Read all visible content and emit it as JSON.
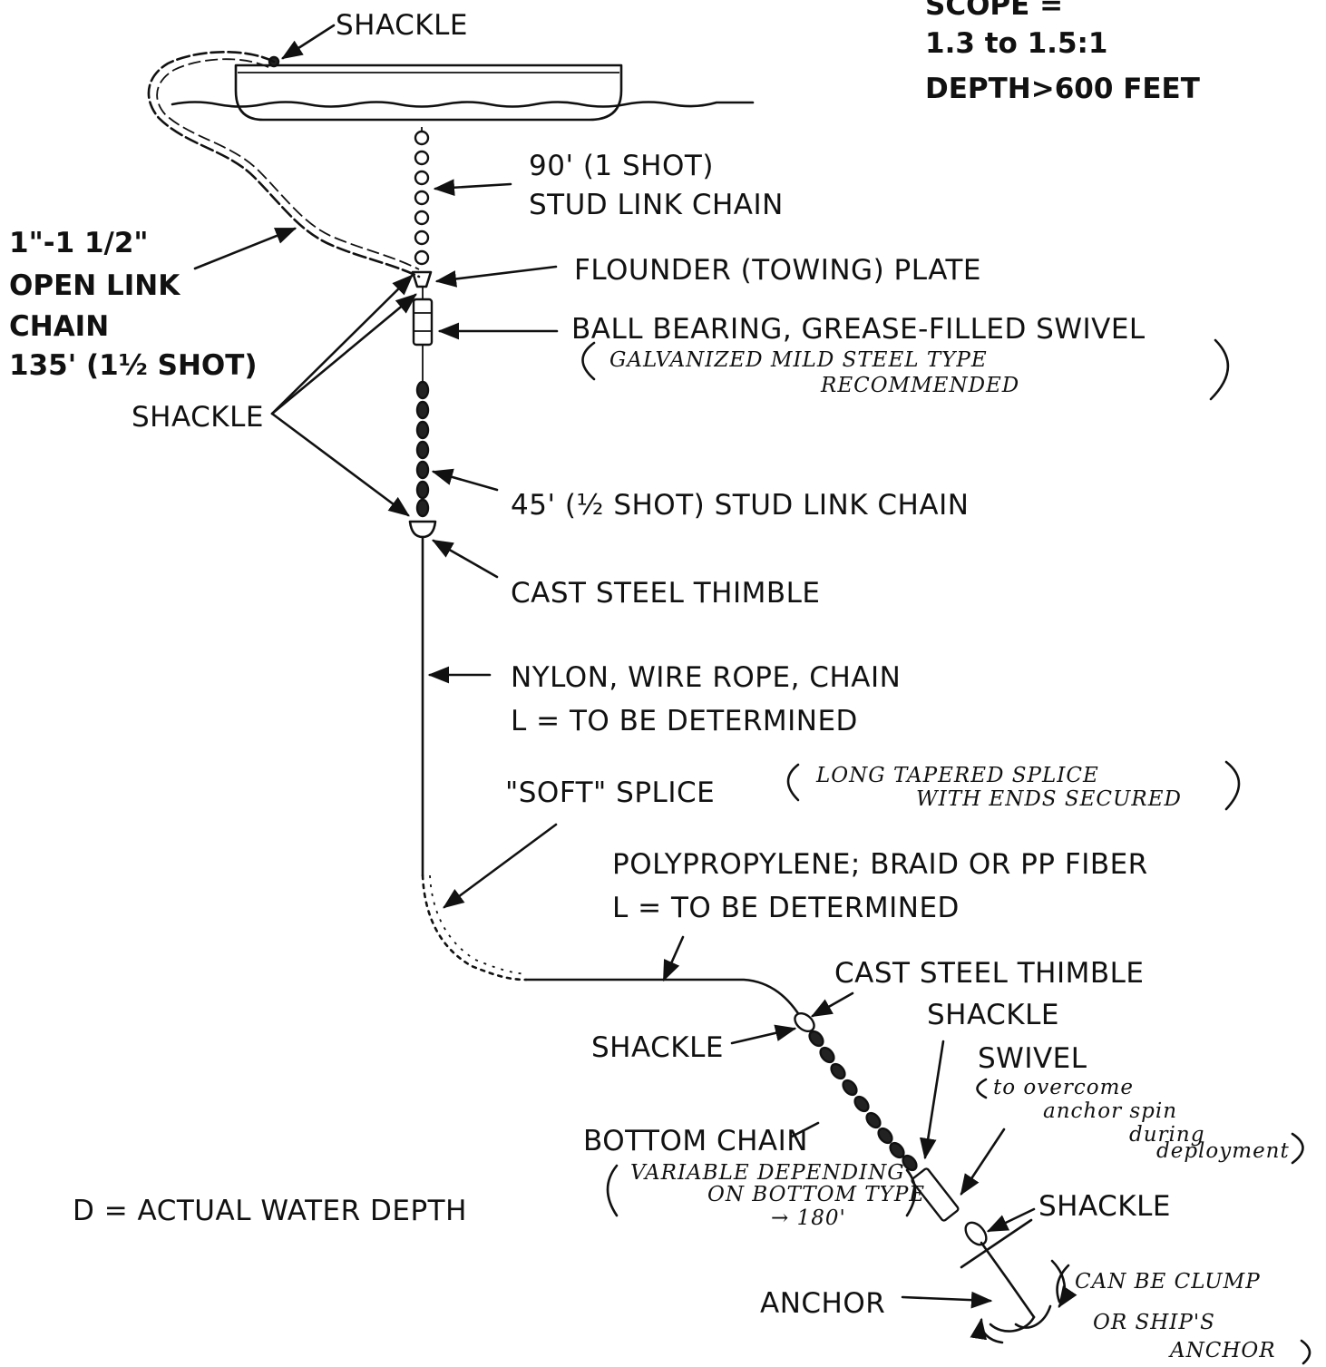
{
  "scope": {
    "title": "SCOPE =",
    "ratio": "1.3 to 1.5:1",
    "depth": "DEPTH>600 FEET"
  },
  "labels": {
    "shackle_top": "SHACKLE",
    "open_link_1": "1\"-1 1/2\"",
    "open_link_2": "OPEN LINK",
    "open_link_3": "CHAIN",
    "open_link_4": "135' (1½ SHOT)",
    "shackle_left": "SHACKLE",
    "stud_90_1": "90' (1 SHOT)",
    "stud_90_2": "STUD LINK CHAIN",
    "flounder": "FLOUNDER (TOWING) PLATE",
    "swivel_top": "BALL BEARING, GREASE-FILLED SWIVEL",
    "swivel_note_1": "GALVANIZED MILD STEEL TYPE",
    "swivel_note_2": "RECOMMENDED",
    "stud_45": "45' (½ SHOT) STUD LINK CHAIN",
    "thimble_1": "CAST STEEL THIMBLE",
    "nylon_1": "NYLON, WIRE ROPE, CHAIN",
    "nylon_2": "L = TO BE DETERMINED",
    "soft_splice": "\"SOFT\" SPLICE",
    "splice_note_1": "LONG TAPERED SPLICE",
    "splice_note_2": "WITH ENDS SECURED",
    "poly_1": "POLYPROPYLENE; BRAID OR PP FIBER",
    "poly_2": "L = TO BE DETERMINED",
    "thimble_2": "CAST STEEL THIMBLE",
    "shackle_mid": "SHACKLE",
    "shackle_bottom_left": "SHACKLE",
    "swivel_bottom": "SWIVEL",
    "swivel_bottom_note_1": "to overcome",
    "swivel_bottom_note_2": "anchor spin",
    "swivel_bottom_note_3": "during",
    "swivel_bottom_note_4": "deployment",
    "bottom_chain": "BOTTOM CHAIN",
    "bottom_chain_note_1": "VARIABLE DEPENDING",
    "bottom_chain_note_2": "ON BOTTOM TYPE",
    "bottom_chain_note_3": "→ 180'",
    "shackle_bottom_right": "SHACKLE",
    "depth_note": "D = ACTUAL WATER DEPTH",
    "anchor": "ANCHOR",
    "anchor_note_1": "CAN BE CLUMP",
    "anchor_note_2": "OR SHIP'S",
    "anchor_note_3": "ANCHOR"
  }
}
